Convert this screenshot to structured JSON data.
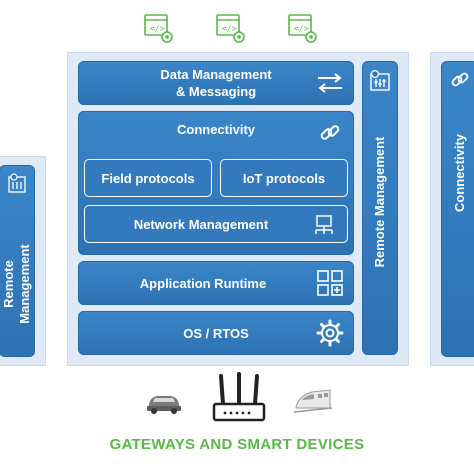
{
  "top_icons": [
    "app-settings-icon",
    "app-settings-icon",
    "app-settings-icon"
  ],
  "stack": {
    "data_management": "Data Management\n& Messaging",
    "connectivity": "Connectivity",
    "field_protocols": "Field protocols",
    "iot_protocols": "IoT protocols",
    "network_management": "Network Management",
    "application_runtime": "Application Runtime",
    "os_rtos": "OS / RTOS",
    "remote_management": "Remote Management"
  },
  "left_panel": {
    "label": "Remote\nManagement"
  },
  "right_panel": {
    "label": "Connectivity"
  },
  "devices": [
    "car-icon",
    "router-icon",
    "train-icon"
  ],
  "caption": "GATEWAYS AND SMART DEVICES",
  "colors": {
    "blue": "#2f77ba",
    "panel_bg": "#dfeaf6",
    "green": "#58b947"
  }
}
